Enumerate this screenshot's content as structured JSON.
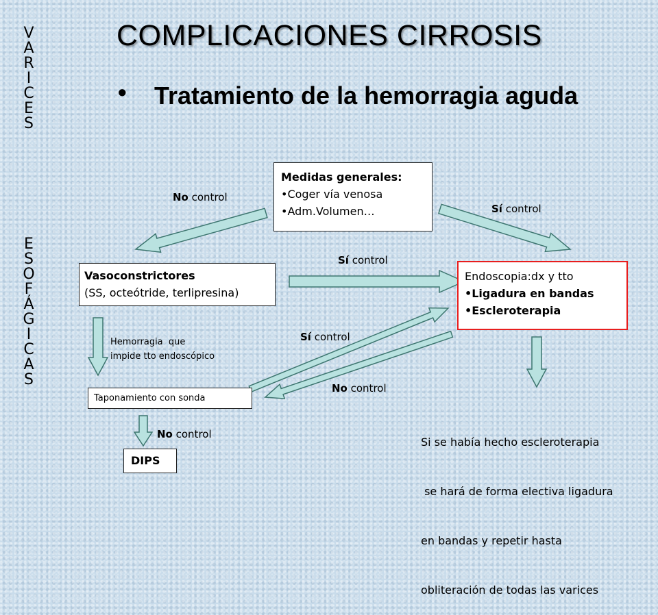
{
  "side_text": {
    "word1": [
      "V",
      "A",
      "R",
      "I",
      "C",
      "E",
      "S"
    ],
    "word2": [
      "E",
      "S",
      "O",
      "F",
      "Á",
      "G",
      "I",
      "C",
      "A",
      "S"
    ]
  },
  "title": "COMPLICACIONES CIRROSIS",
  "subtitle": {
    "bullet": "•",
    "text": "Tratamiento de la hemorragia aguda"
  },
  "boxes": {
    "medidas": {
      "heading": "Medidas generales:",
      "items": [
        "•Coger vía venosa",
        "•Adm.Volumen…"
      ]
    },
    "vasoconstrictores": {
      "heading": "Vasoconstrictores",
      "detail": "(SS, octeótride, terlipresina)"
    },
    "endoscopia": {
      "heading": "Endoscopia:dx y tto",
      "items": [
        "•Ligadura en bandas",
        "•Escleroterapia"
      ]
    },
    "taponamiento": "Taponamiento con sonda",
    "dips": "DIPS"
  },
  "arrow_labels": {
    "no_word": "No",
    "si_word": "Sí",
    "control_word": " control"
  },
  "note": {
    "line1": "Hemorragia  que",
    "line2": "impide tto endoscópico"
  },
  "final_text": [
    "Si se había hecho escleroterapia",
    " se hará de forma electiva ligadura",
    "en bandas y repetir hasta",
    "obliteración de todas las varices"
  ],
  "colors": {
    "arrow_fill": "#b9e2e0",
    "arrow_stroke": "#3e7670",
    "endoscopia_border": "#e81e1e"
  }
}
